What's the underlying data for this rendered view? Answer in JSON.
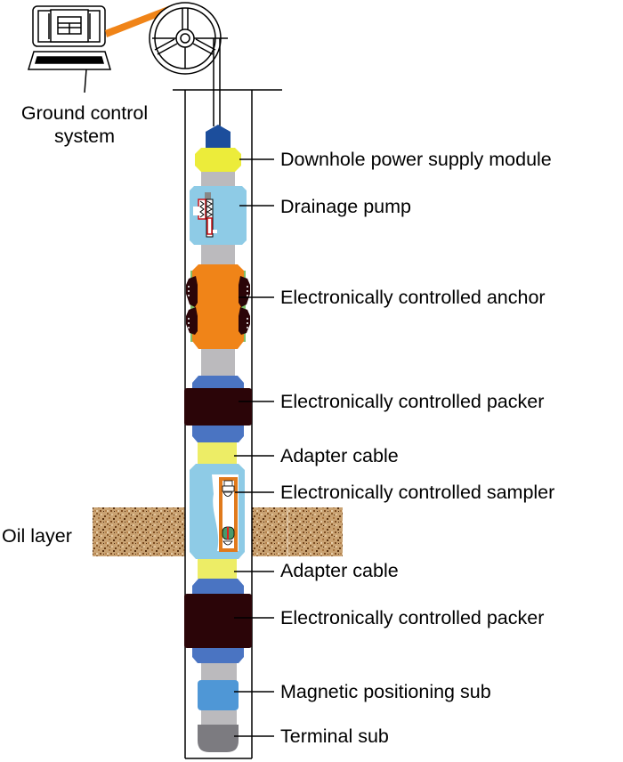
{
  "diagram": {
    "type": "downhole tool string schematic",
    "surface": {
      "ground_control_label_line1": "Ground control",
      "ground_control_label_line2": "system"
    },
    "formation": {
      "oil_layer_label": "Oil layer"
    },
    "components": [
      {
        "id": "power",
        "label": "Downhole power supply module",
        "color": "#ecec3a"
      },
      {
        "id": "pump",
        "label": "Drainage pump",
        "color": "#8ecbe6"
      },
      {
        "id": "anchor",
        "label": "Electronically controlled anchor",
        "color": "#f08418"
      },
      {
        "id": "packer1",
        "label": "Electronically controlled packer",
        "color": "#2b0508"
      },
      {
        "id": "adapter1",
        "label": "Adapter cable",
        "color": "#eded66"
      },
      {
        "id": "sampler",
        "label": "Electronically controlled sampler",
        "color": "#8ecbe6"
      },
      {
        "id": "adapter2",
        "label": "Adapter cable",
        "color": "#eded66"
      },
      {
        "id": "packer2",
        "label": "Electronically controlled packer",
        "color": "#2b0508"
      },
      {
        "id": "magnetic",
        "label": "Magnetic positioning sub",
        "color": "#4f97d6"
      },
      {
        "id": "terminal",
        "label": "Terminal sub",
        "color": "#7c7b80"
      }
    ],
    "colors": {
      "cable_head": "#1c4e9c",
      "connector_gray": "#bbbabd",
      "packer_sleeve": "#4a74c2",
      "surface_cable": "#f08418",
      "oil_layer": "#c49a6c"
    }
  }
}
